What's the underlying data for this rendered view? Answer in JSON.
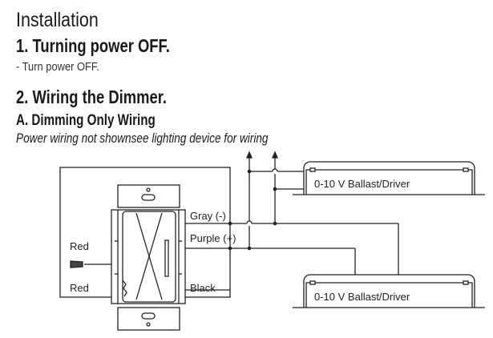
{
  "heading": "Installation",
  "step1": {
    "title": "1. Turning power OFF.",
    "text": "- Turn power OFF."
  },
  "step2": {
    "title": "2. Wiring the Dimmer.",
    "subtitle": "A. Dimming Only Wiring",
    "note": "Power wiring not shownsee lighting device for wiring"
  },
  "diagram": {
    "wire_gray": "Gray (-)",
    "wire_purple": "Purple (+)",
    "wire_black": "Black",
    "wire_red_top": "Red",
    "wire_red_bottom": "Red",
    "ballast_top": "0-10 V Ballast/Driver",
    "ballast_bottom": "0-10 V Ballast/Driver"
  }
}
